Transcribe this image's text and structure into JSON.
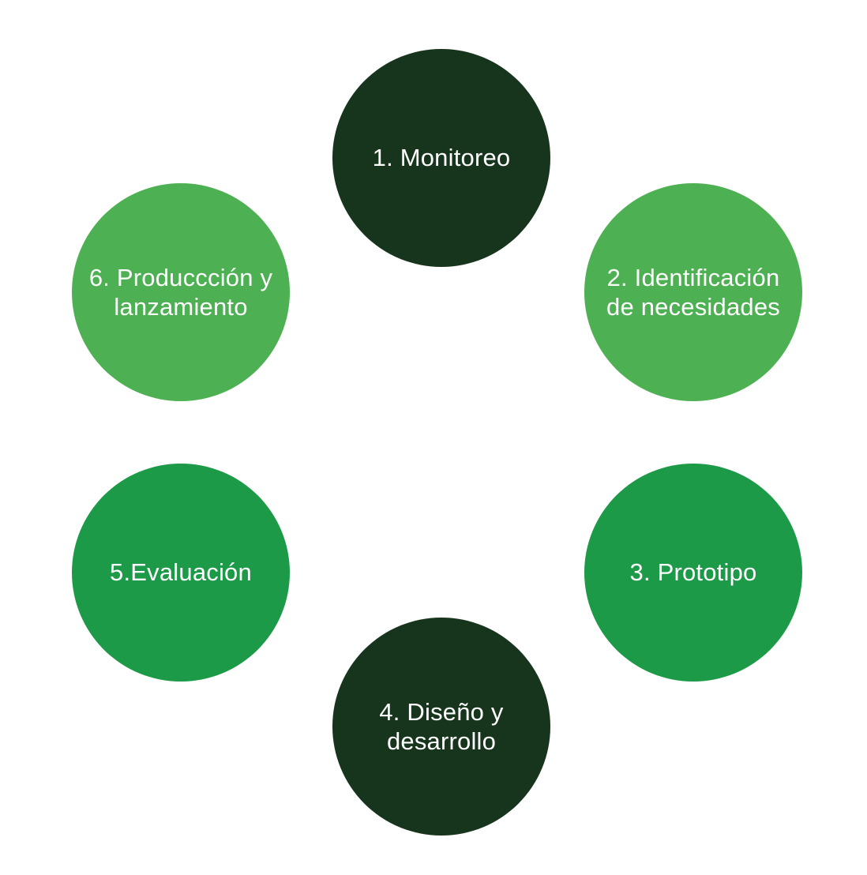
{
  "diagram": {
    "background_color": "#ffffff",
    "text_color": "#ffffff",
    "palette": {
      "dark_green": "#17351d",
      "medium_green": "#1c9a48",
      "light_green": "#4db052"
    },
    "steps": [
      {
        "label": "1. Monitoreo",
        "color": "#17351d"
      },
      {
        "label": "2. Identificación\nde necesidades",
        "color": "#4db052"
      },
      {
        "label": "3. Prototipo",
        "color": "#1c9a48"
      },
      {
        "label": "4. Diseño y\ndesarrollo",
        "color": "#17351d"
      },
      {
        "label": "5.Evaluación",
        "color": "#1c9a48"
      },
      {
        "label": "6. Produccción y\nlanzamiento",
        "color": "#4db052"
      }
    ]
  }
}
